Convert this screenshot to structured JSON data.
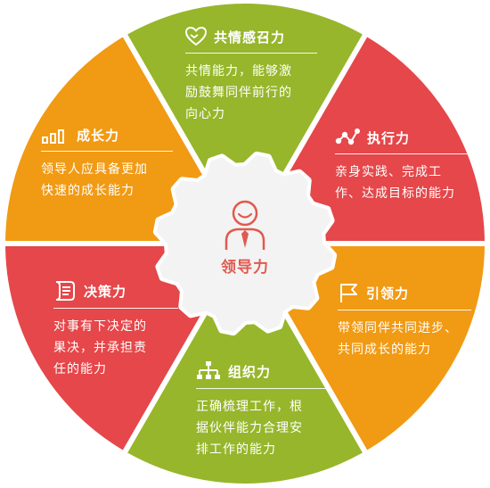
{
  "center": {
    "label": "领导力",
    "icon": "leader-person-icon"
  },
  "colors": {
    "red": "#e5474a",
    "orange": "#f19a13",
    "green": "#97b62b",
    "center_text": "#e05a4f",
    "gear": "#f3f3f3"
  },
  "segments": [
    {
      "key": "empathy",
      "title": "共情感召力",
      "icon": "heart-hands-icon",
      "desc": [
        "共情能力，能够激",
        "励鼓舞同伴前行的",
        "向心力"
      ]
    },
    {
      "key": "execution",
      "title": "执行力",
      "icon": "network-nodes-icon",
      "desc": [
        "亲身实践、完成工",
        "作、达成目标的能力"
      ]
    },
    {
      "key": "guidance",
      "title": "引领力",
      "icon": "flag-icon",
      "desc": [
        "带领同伴共同进步、",
        "共同成长的能力"
      ]
    },
    {
      "key": "organization",
      "title": "组织力",
      "icon": "org-chart-icon",
      "desc": [
        "正确梳理工作，根",
        "据伙伴能力合理安",
        "排工作的能力"
      ]
    },
    {
      "key": "decision",
      "title": "决策力",
      "icon": "decision-scroll-icon",
      "desc": [
        "对事有下决定的",
        "果决，并承担责",
        "任的能力"
      ]
    },
    {
      "key": "growth",
      "title": "成长力",
      "icon": "growth-bars-icon",
      "desc": [
        "领导人应具备更加",
        "快速的成长能力"
      ]
    }
  ]
}
